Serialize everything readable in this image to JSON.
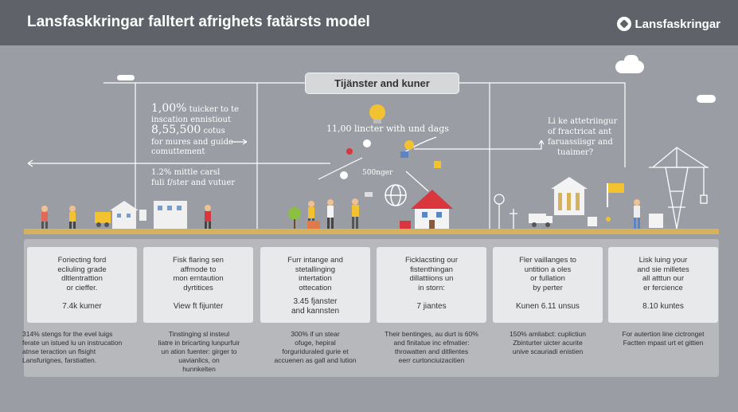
{
  "header": {
    "title": "Lansfaskkringar falltert afrighets fatärsts model",
    "brand": "Lansfaskringar"
  },
  "hub": {
    "label": "Tijänster and kuner"
  },
  "stats": {
    "left_1_value": "1,00%",
    "left_1_text": "tuicker to te",
    "left_2": "inscation ennistiout",
    "left_3_value": "8,55,500",
    "left_3_text": "cotus",
    "left_4": "for mures and guide",
    "left_5": "comuttement",
    "left_6": "1.2% mittle carsl",
    "left_7": "fuli f/ster and vutuer",
    "center_1": "11,00 lincter with und dags",
    "center_2": "500nger",
    "right_1": "Li ke attetriingur",
    "right_2": "of fractricat ant",
    "right_3": "faruassiisgr and",
    "right_4": "tuaimer?"
  },
  "cards": [
    {
      "text": "Foriecting ford\necliuling grade\ndltlentrattion\nor cieffer.",
      "value": "7.4k kumer"
    },
    {
      "text": "Fisk flaring sen\naffmode to\nmon erntaution\ndyrtitices",
      "value": "View ft fijunter"
    },
    {
      "text": "Furr intange and\nstetallinging\nintertation\nottecation",
      "value": "3.45 fjanster\nand kannsten"
    },
    {
      "text": "Ficklacsting our\nfistenthingan\ndillattiions un\nin storn:",
      "value": "7 jiantes"
    },
    {
      "text": "Fler vaillanges to\nuntition a oles\nor fullation\nby perter",
      "value": "Kunen 6.11 unsus"
    },
    {
      "text": "Lisk luing your\nand sie milletes\nall atttun our\ner fercience",
      "value": "8.10 kuntes"
    }
  ],
  "notes": [
    "314% stengs for the evel luigs\nferate un istued lu un instrucation\natnse teraction un flsight\nLansfurignes, farstiatten.",
    "Tinstinging sl insteul\nliatre in bricarting lunpurfuir\nun ation fuenter: girger to\nuavianlics, on\nhunnkelten",
    "300% if un stear\nofuge, hepiral\nforguriduraled gurie et\naccuenen as gall and lution",
    "Their bentinges, au durt is 60%\nand finitatue inc efmatier:\nthrowatten and ditllentes\neerr curtonciuizacitien",
    "150% amliabct: cuplictiun\nZbinturter uicter acurite\nunive scauriadi enistien",
    "For autertion line cictronget\nFactten mpast urt et gittien"
  ],
  "colors": {
    "header": "#5f6369",
    "background": "#9a9da3",
    "ground": "#d6b25c",
    "card": "#e8e9ea",
    "roof": "#d9363e",
    "accent_yellow": "#f2c230"
  },
  "icons": [
    "lightbulb-icon",
    "globe-icon",
    "house-icon",
    "crane-icon",
    "cloud-icon",
    "truck-icon",
    "arrow-icon",
    "person-icon",
    "tree-icon",
    "flag-icon"
  ]
}
